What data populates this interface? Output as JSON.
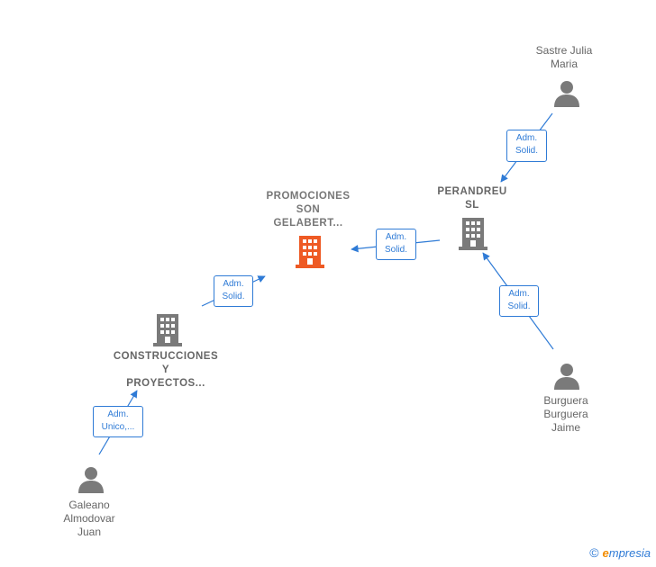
{
  "nodes": {
    "promociones": {
      "label": "PROMOCIONES\nSON\nGELABERT...",
      "kind": "company",
      "color": "#ee5a24"
    },
    "perandreu": {
      "label": "PERANDREU\nSL",
      "kind": "company",
      "color": "#7a7a7a"
    },
    "construcciones": {
      "label": "CONSTRUCCIONES\nY\nPROYECTOS...",
      "kind": "company",
      "color": "#7a7a7a"
    },
    "sastre": {
      "label": "Sastre Julia\nMaria",
      "kind": "person",
      "color": "#7a7a7a"
    },
    "burguera": {
      "label": "Burguera\nBurguera\nJaime",
      "kind": "person",
      "color": "#7a7a7a"
    },
    "galeano": {
      "label": "Galeano\nAlmodovar\nJuan",
      "kind": "person",
      "color": "#7a7a7a"
    }
  },
  "edges": [
    {
      "from": "sastre",
      "to": "perandreu",
      "label": "Adm.\nSolid."
    },
    {
      "from": "perandreu",
      "to": "promociones",
      "label": "Adm.\nSolid."
    },
    {
      "from": "burguera",
      "to": "perandreu",
      "label": "Adm.\nSolid."
    },
    {
      "from": "construcciones",
      "to": "promociones",
      "label": "Adm.\nSolid."
    },
    {
      "from": "galeano",
      "to": "construcciones",
      "label": "Adm.\nUnico,..."
    }
  ],
  "brand": {
    "copyright": "©",
    "initial": "e",
    "name": "mpresia"
  },
  "colors": {
    "edge": "#2f7bd6",
    "main_company": "#ee5a24",
    "icon_gray": "#7a7a7a"
  }
}
